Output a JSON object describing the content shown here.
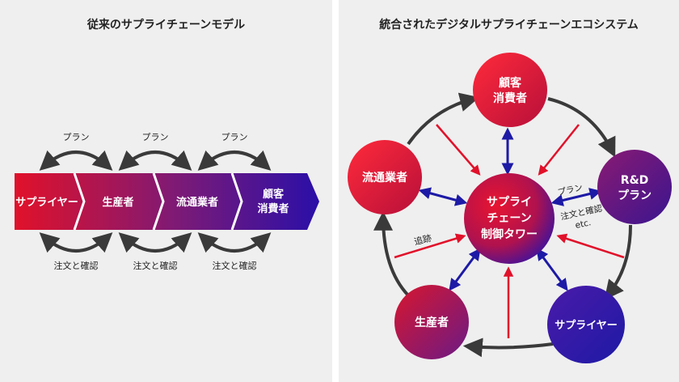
{
  "left": {
    "title": "従来のサプライチェーンモデル",
    "stages": [
      "サプライヤー",
      "生産者",
      "流通業者",
      [
        "顧客",
        "消費者"
      ]
    ],
    "plan_label": "プラン",
    "order_label": "注文と確認"
  },
  "right": {
    "title": "統合されたデジタルサプライチェーンエコシステム",
    "nodes": {
      "customer": [
        "顧客",
        "消費者"
      ],
      "rnd": [
        "R&D",
        "プラン"
      ],
      "supplier": "サプライヤー",
      "producer": "生産者",
      "distributor": "流通業者",
      "center": [
        "サプライ",
        "チェーン",
        "制御タワー"
      ]
    },
    "labels": {
      "plan": "プラン",
      "order": "注文と確認",
      "etc": "etc.",
      "tracking": "追跡"
    }
  },
  "colors": {
    "red": "#e1112a",
    "purple": "#5a1a8c",
    "blue": "#2a0fa8",
    "navy": "#1d1aa6",
    "gray_arrow": "#3a3a3a"
  }
}
